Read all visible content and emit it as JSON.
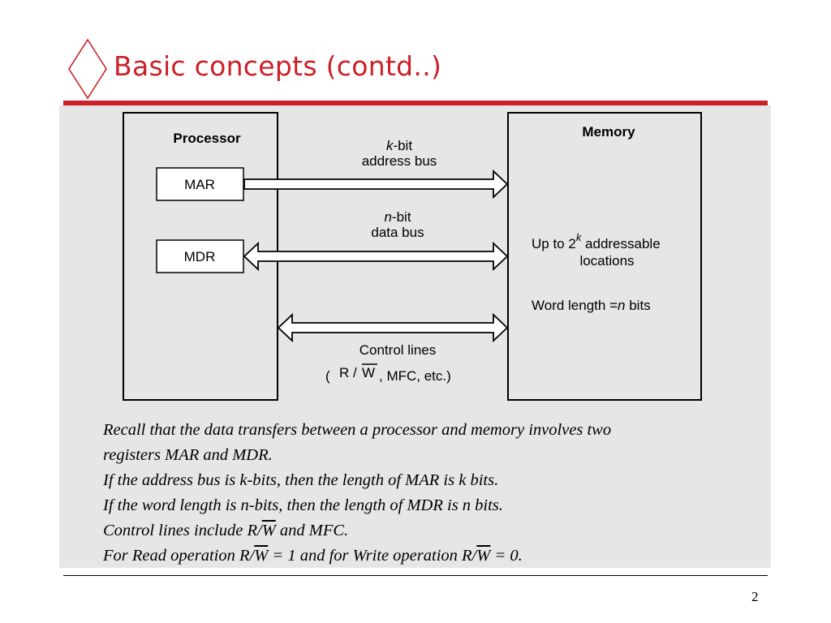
{
  "slide": {
    "title": "Basic concepts (contd..)",
    "page_number": "2",
    "accent_color": "#cc1f27"
  },
  "diagram": {
    "processor": {
      "label": "Processor",
      "mar": "MAR",
      "mdr": "MDR"
    },
    "memory": {
      "label": "Memory",
      "capacity_prefix": "Up to 2",
      "capacity_exponent": "k",
      "capacity_suffix": " addressable",
      "capacity_line2": "locations",
      "word_length_prefix": "Word length =",
      "word_length_var": "n",
      "word_length_suffix": " bits"
    },
    "address_bus": {
      "var": "k",
      "label_suffix": "-bit",
      "line2": "address bus"
    },
    "data_bus": {
      "var": "n",
      "label_suffix": "-bit",
      "line2": "data bus"
    },
    "control_lines": {
      "line1": "Control lines",
      "open_paren": "(",
      "r": "R",
      "slash": "/",
      "w": "W",
      "rest": ", MFC, etc.)"
    }
  },
  "notes": {
    "line1": "Recall that the data transfers between a processor and memory involves two",
    "line2": "registers MAR and MDR.",
    "line3": "If the address bus is k-bits, then the length of MAR is k bits.",
    "line4": "If the word length is n-bits, then the length of MDR is n bits.",
    "line5_a": "Control lines include R/",
    "line5_w": "W",
    "line5_b": " and MFC.",
    "line6_a": "For Read operation R/",
    "line6_w1": "W",
    "line6_b": " = 1 and for Write operation R/",
    "line6_w2": "W",
    "line6_c": " = 0."
  }
}
